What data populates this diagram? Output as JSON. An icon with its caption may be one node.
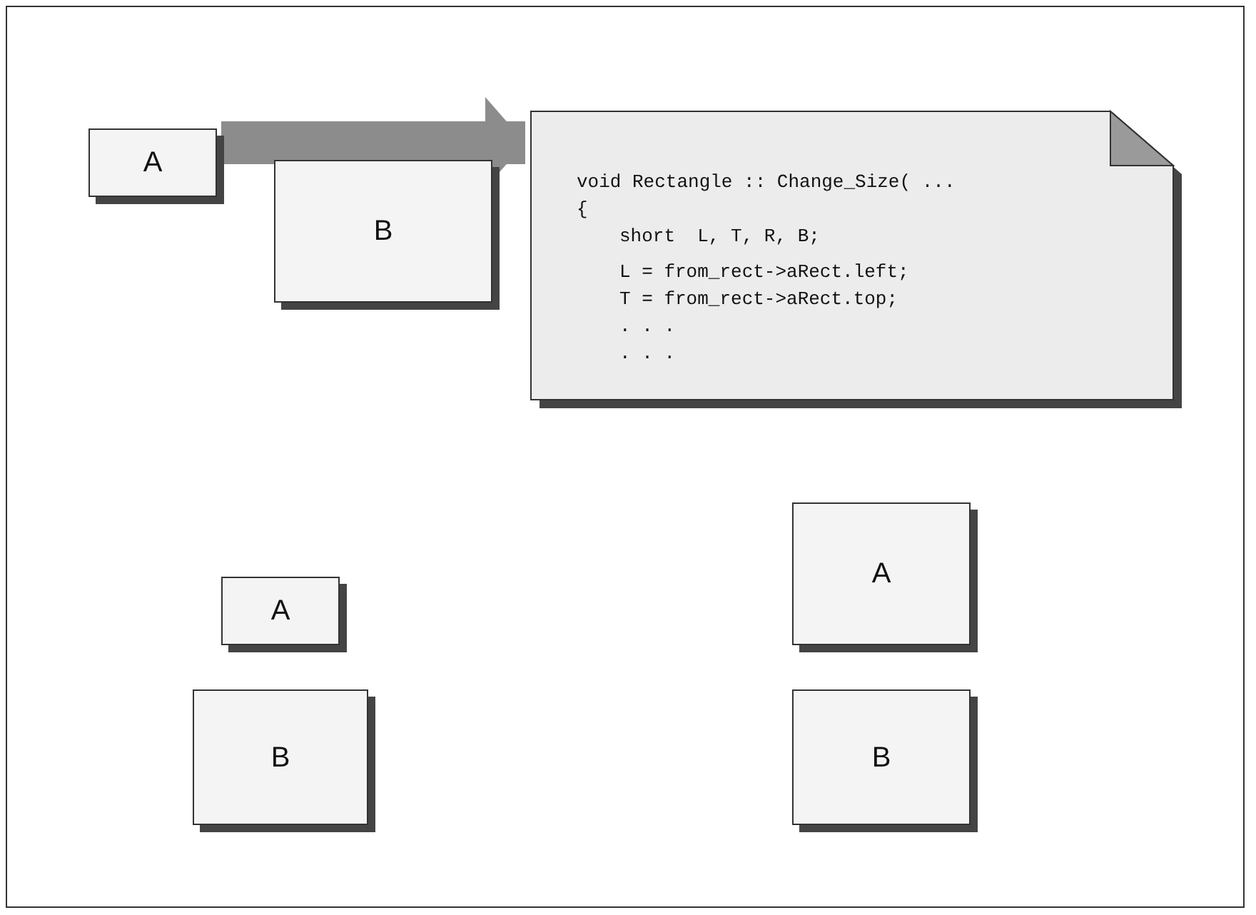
{
  "diagram": {
    "nodes": [
      {
        "text": [
          "A"
        ]
      },
      {
        "text": [
          "B"
        ]
      },
      {
        "text": [
          "void Rectangle :: Change_Size( ...",
          "{",
          "short  L, T, R, B;",
          "L = from_rect->aRect.left;",
          "T = from_rect->aRect.top;",
          ". . .",
          ". . ."
        ]
      },
      {
        "text": [
          "A"
        ]
      },
      {
        "text": [
          "B"
        ]
      },
      {
        "text": [
          "A"
        ]
      },
      {
        "text": [
          "B"
        ]
      }
    ],
    "edges": [
      {
        "from": 0,
        "to": 2,
        "arrow": "to"
      }
    ]
  }
}
